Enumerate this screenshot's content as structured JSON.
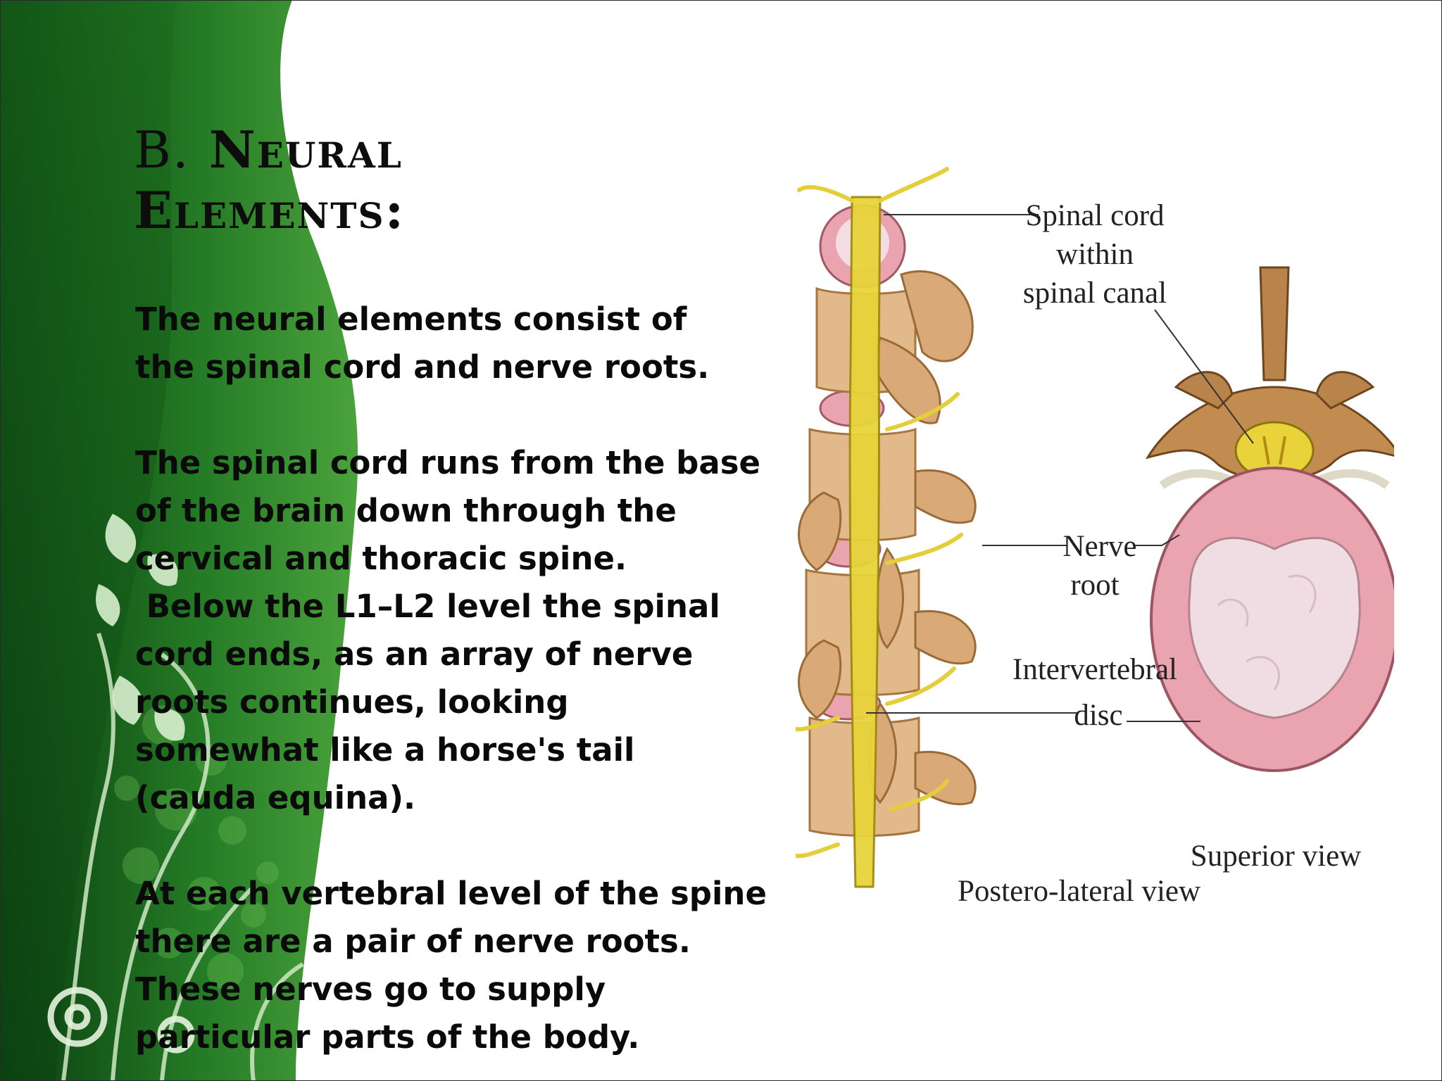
{
  "slide": {
    "title_prefix": "B.",
    "title_main_line1": "Neural",
    "title_main_line2": "Elements:",
    "paragraphs": [
      "The neural elements consist of the spinal cord and nerve roots.",
      "The spinal cord runs from the base of the brain down through the cervical and thoracic spine.",
      " Below the L1–L2 level the spinal cord ends, as an array of nerve roots continues, looking somewhat like a horse's tail (cauda equina).",
      "At each vertebral level of the spine there are a pair of nerve roots. These nerves go to supply particular parts of the body."
    ]
  },
  "figure": {
    "label_spinal_cord_1": "Spinal cord",
    "label_spinal_cord_2": "within",
    "label_spinal_cord_3": "spinal canal",
    "label_nerve_root_1": "Nerve",
    "label_nerve_root_2": "root",
    "label_disc_1": "Intervertebral",
    "label_disc_2": "disc",
    "label_posterolateral": "Postero-lateral view",
    "label_superior": "Superior view"
  },
  "colors": {
    "green_dark": "#0f4d16",
    "green_mid": "#2e8a2c",
    "green_light": "#5fb84a",
    "bone": "#e2b98a",
    "bone_dark": "#b9834c",
    "disc_pink": "#e9a4b0",
    "nerve_yellow": "#e8d43a"
  }
}
